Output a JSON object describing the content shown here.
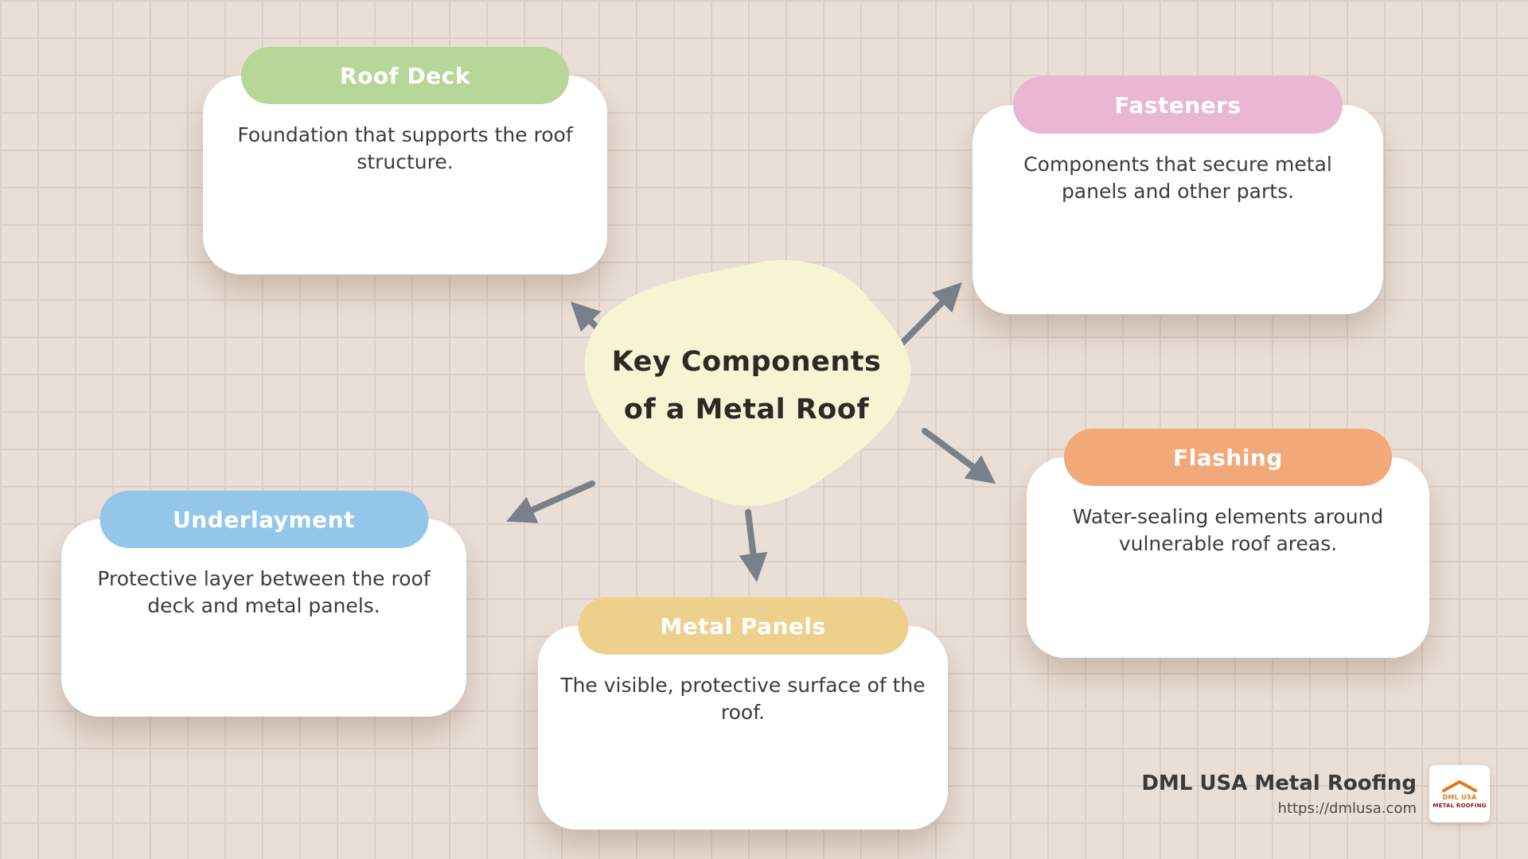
{
  "background": {
    "color": "#eadfd7",
    "grid_color": "#dbcfc6"
  },
  "center": {
    "title_line1": "Key Components",
    "title_line2": "of a Metal Roof",
    "blob_color": "#f6f4d2"
  },
  "nodes": [
    {
      "label": "Roof Deck",
      "description": "Foundation that supports the roof structure.",
      "color": "#b7d799"
    },
    {
      "label": "Fasteners",
      "description": "Components that secure metal panels and other parts.",
      "color": "#e9b7d4"
    },
    {
      "label": "Underlayment",
      "description": "Protective layer between the roof deck and metal panels.",
      "color": "#93c6e9"
    },
    {
      "label": "Metal Panels",
      "description": "The visible, protective surface of the roof.",
      "color": "#ecd08c"
    },
    {
      "label": "Flashing",
      "description": "Water-sealing elements around vulnerable roof areas.",
      "color": "#f2a979"
    }
  ],
  "arrows": {
    "color": "#788089"
  },
  "footer": {
    "company": "DML USA Metal Roofing",
    "url": "https://dmlusa.com",
    "logo_line1": "DML USA",
    "logo_line2": "METAL ROOFING"
  }
}
